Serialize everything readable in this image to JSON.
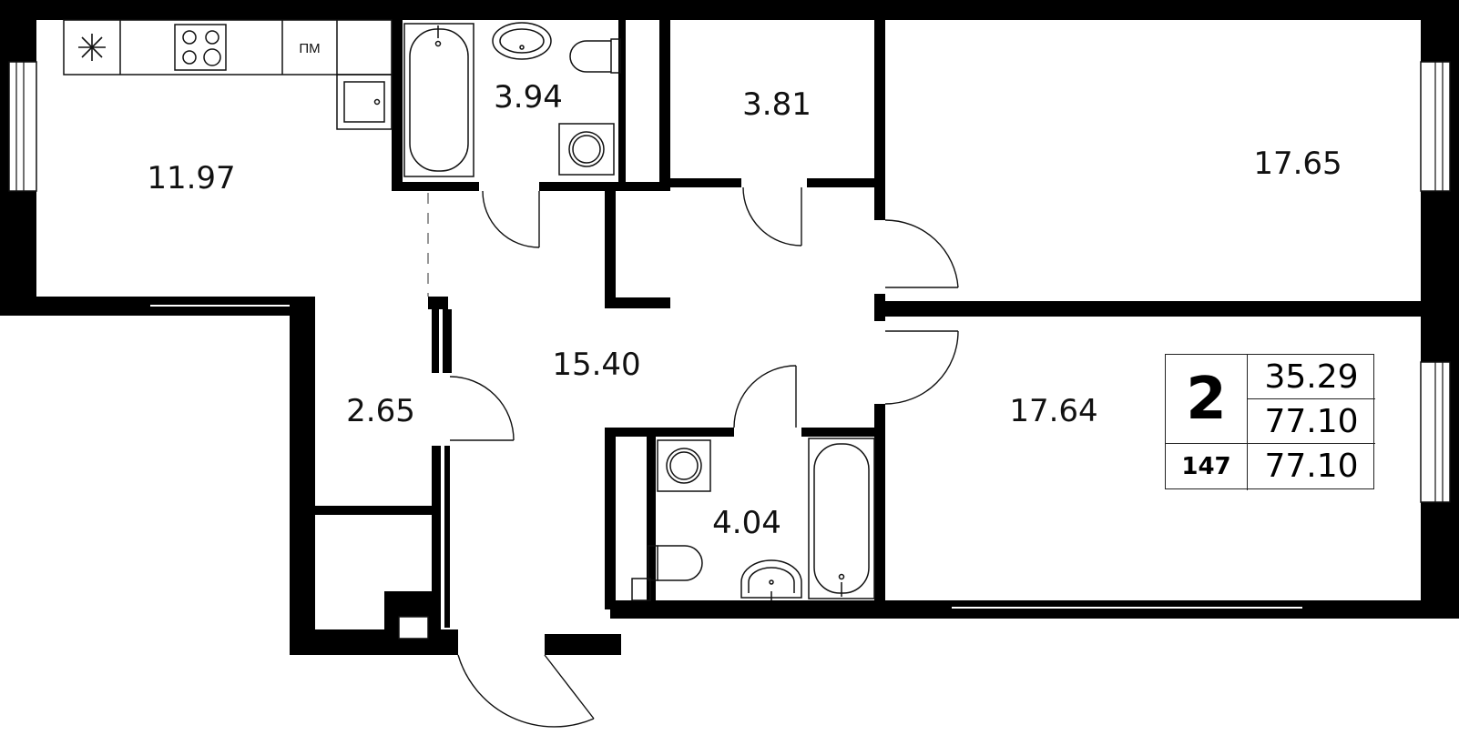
{
  "rooms": {
    "kitchen": "11.97",
    "bathroom_top": "3.94",
    "storage_top": "3.81",
    "bedroom_top": "17.65",
    "hallway": "15.40",
    "closet": "2.65",
    "bathroom_bottom": "4.04",
    "bedroom_bottom": "17.64"
  },
  "fixtures": {
    "kitchen_cabinet_label": "ПМ"
  },
  "info": {
    "rooms_count": "2",
    "apartment_number": "147",
    "living_area": "35.29",
    "total_area": "77.10",
    "total_area_with_balcony": "77.10"
  }
}
